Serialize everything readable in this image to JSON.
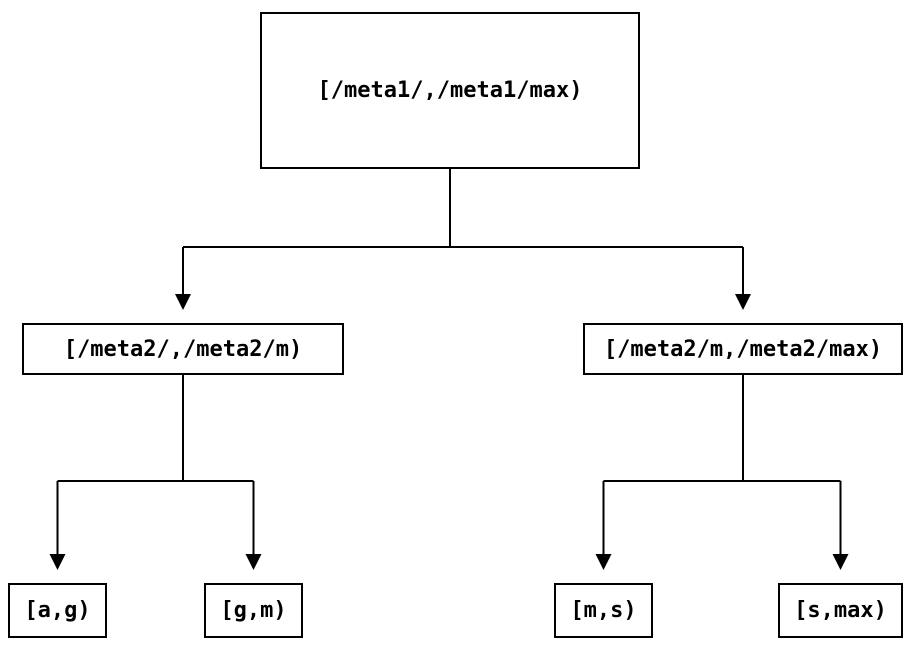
{
  "diagram": {
    "type": "tree",
    "nodes": {
      "root": {
        "label": "[/meta1/,/meta1/max)"
      },
      "left": {
        "label": "[/meta2/,/meta2/m)"
      },
      "right": {
        "label": "[/meta2/m,/meta2/max)"
      },
      "leaf_ag": {
        "label": "[a,g)"
      },
      "leaf_gm": {
        "label": "[g,m)"
      },
      "leaf_ms": {
        "label": "[m,s)"
      },
      "leaf_smax": {
        "label": "[s,max)"
      }
    },
    "edges": [
      {
        "from": "root",
        "to": "left"
      },
      {
        "from": "root",
        "to": "right"
      },
      {
        "from": "left",
        "to": "leaf_ag"
      },
      {
        "from": "left",
        "to": "leaf_gm"
      },
      {
        "from": "right",
        "to": "leaf_ms"
      },
      {
        "from": "right",
        "to": "leaf_smax"
      }
    ],
    "colors": {
      "background": "#ffffff",
      "line": "#000000",
      "text": "#000000",
      "box_background": "#ffffff"
    }
  }
}
